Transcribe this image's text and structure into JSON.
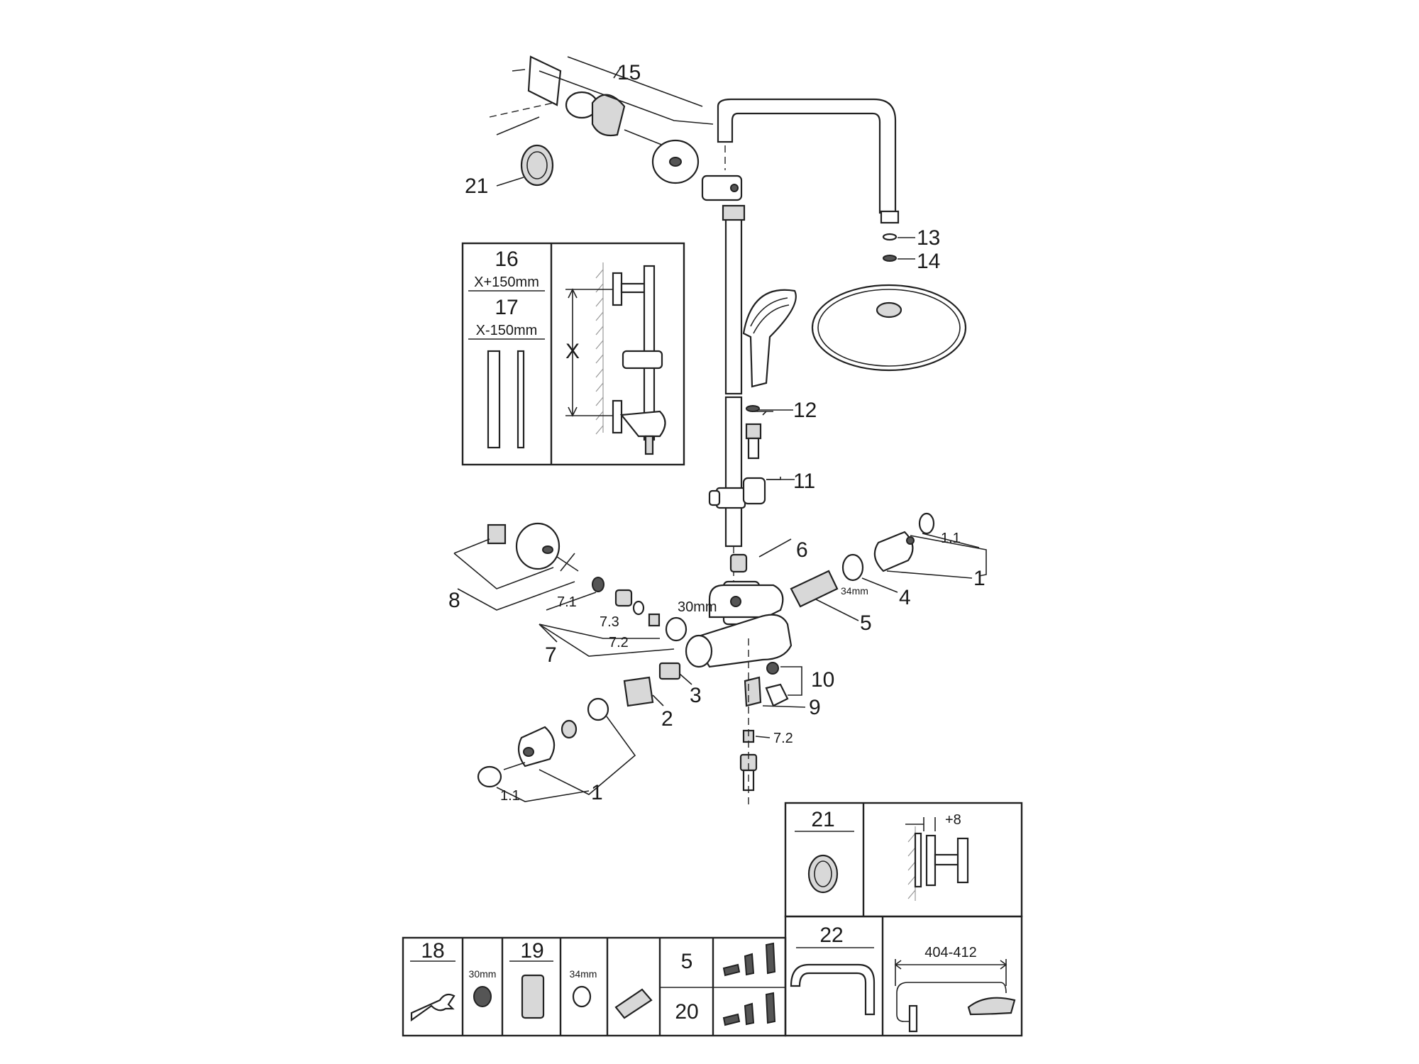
{
  "labels": {
    "p1a": "1",
    "p1b": "1",
    "p11a": "1.1",
    "p11b": "1.1",
    "p2": "2",
    "p3": "3",
    "p4": "4",
    "p5": "5",
    "p6": "6",
    "p7": "7",
    "p71": "7.1",
    "p72a": "7.2",
    "p72b": "7.2",
    "p73": "7.3",
    "p8": "8",
    "p9": "9",
    "p10": "10",
    "p11": "11",
    "p12": "12",
    "p13": "13",
    "p14": "14",
    "p15": "15",
    "p21": "21",
    "mm30": "30mm",
    "mm34": "34mm"
  },
  "inset_extension": {
    "n16": "16",
    "d16": "X+150mm",
    "n17": "17",
    "d17": "X-150mm",
    "x": "X"
  },
  "inset_wall": {
    "n21": "21",
    "plus": "+8"
  },
  "inset_arm": {
    "n22": "22",
    "span": "404-412"
  },
  "tools": {
    "n18": "18",
    "mm30": "30mm",
    "n19": "19",
    "mm34": "34mm",
    "n5": "5",
    "n20": "20"
  }
}
